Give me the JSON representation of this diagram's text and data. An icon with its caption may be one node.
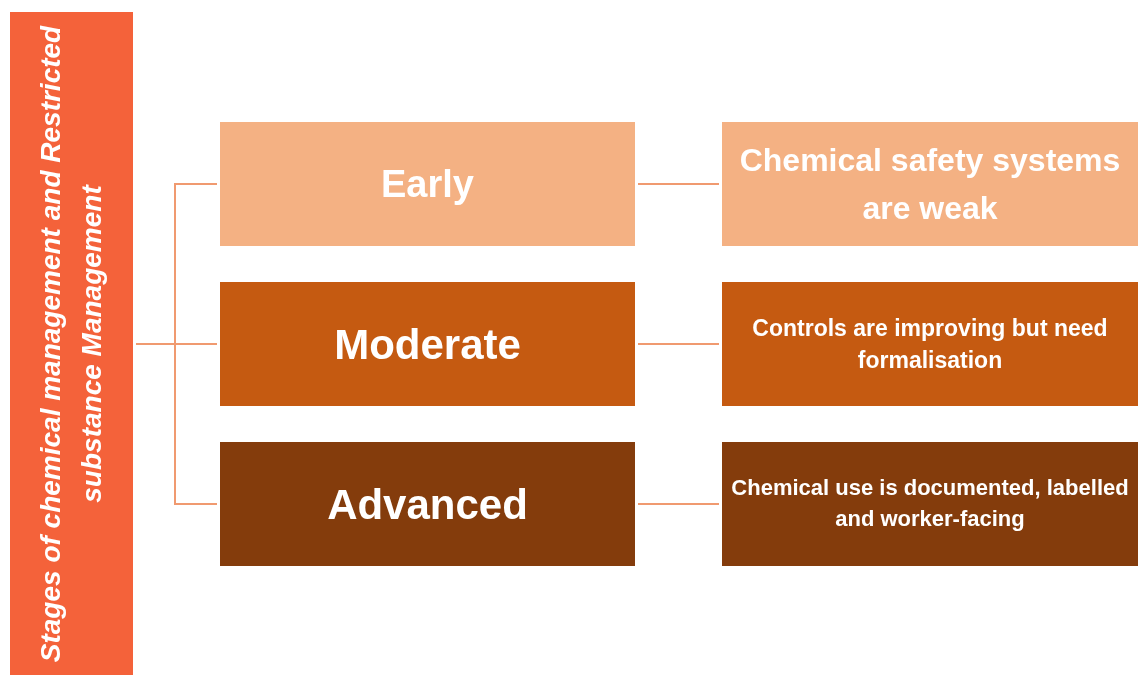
{
  "diagram": {
    "nodes": [
      {
        "text": [
          "Stages of chemical management and Restricted substance Management"
        ]
      },
      {
        "text": [
          "Early"
        ]
      },
      {
        "text": [
          "Chemical safety systems are weak"
        ]
      },
      {
        "text": [
          "Moderate"
        ]
      },
      {
        "text": [
          "Controls are improving but need formalisation"
        ]
      },
      {
        "text": [
          "Advanced"
        ]
      },
      {
        "text": [
          "Chemical use is documented, labelled and worker-facing"
        ]
      }
    ],
    "edges": [
      {
        "from": 0,
        "to": 1,
        "arrow": "none"
      },
      {
        "from": 0,
        "to": 3,
        "arrow": "none"
      },
      {
        "from": 0,
        "to": 5,
        "arrow": "none"
      },
      {
        "from": 1,
        "to": 2,
        "arrow": "none"
      },
      {
        "from": 3,
        "to": 4,
        "arrow": "none"
      },
      {
        "from": 5,
        "to": 6,
        "arrow": "none"
      }
    ]
  }
}
